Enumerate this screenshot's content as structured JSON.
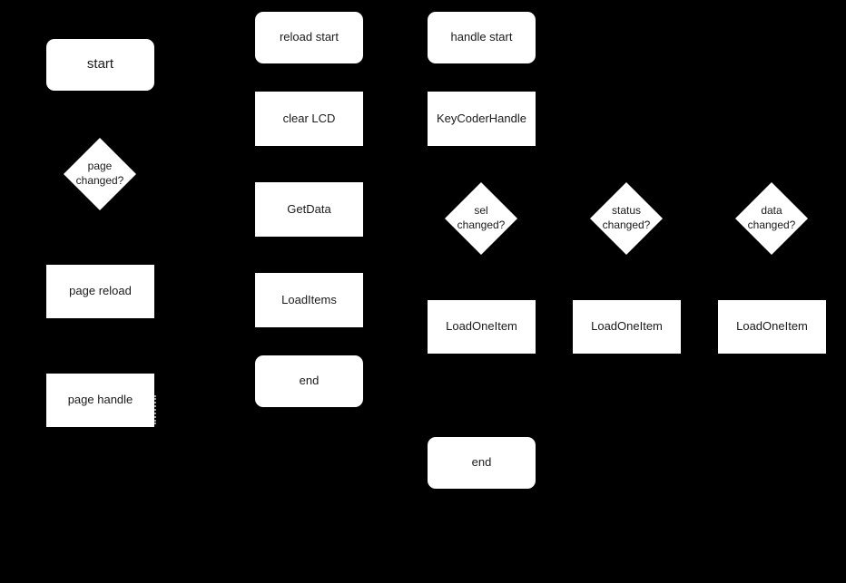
{
  "flowchart": {
    "colors": {
      "canvas_background": "#000000",
      "node_fill": "#ffffff",
      "node_text": "#1a1a1a"
    },
    "nodes": [
      {
        "id": "start",
        "shape": "rounded",
        "label": "start"
      },
      {
        "id": "page-changed",
        "shape": "diamond",
        "label": "page\nchanged?"
      },
      {
        "id": "page-reload",
        "shape": "rect",
        "label": "page reload"
      },
      {
        "id": "page-handle",
        "shape": "rect",
        "label": "page handle"
      },
      {
        "id": "reload-start",
        "shape": "rounded",
        "label": "reload start"
      },
      {
        "id": "clear-lcd",
        "shape": "rect",
        "label": "clear LCD"
      },
      {
        "id": "getdata",
        "shape": "rect",
        "label": "GetData"
      },
      {
        "id": "loaditems",
        "shape": "rect",
        "label": "LoadItems"
      },
      {
        "id": "reload-end",
        "shape": "rounded",
        "label": "end"
      },
      {
        "id": "handle-start",
        "shape": "rounded",
        "label": "handle start"
      },
      {
        "id": "keycoderhandle",
        "shape": "rect",
        "label": "KeyCoderHandle"
      },
      {
        "id": "sel-changed",
        "shape": "diamond",
        "label": "sel\nchanged?"
      },
      {
        "id": "status-changed",
        "shape": "diamond",
        "label": "status\nchanged?"
      },
      {
        "id": "data-changed",
        "shape": "diamond",
        "label": "data\nchanged?"
      },
      {
        "id": "loadoneitem-sel",
        "shape": "rect",
        "label": "LoadOneItem"
      },
      {
        "id": "loadoneitem-status",
        "shape": "rect",
        "label": "LoadOneItem"
      },
      {
        "id": "loadoneitem-data",
        "shape": "rect",
        "label": "LoadOneItem"
      },
      {
        "id": "handle-end",
        "shape": "rounded",
        "label": "end"
      }
    ]
  }
}
